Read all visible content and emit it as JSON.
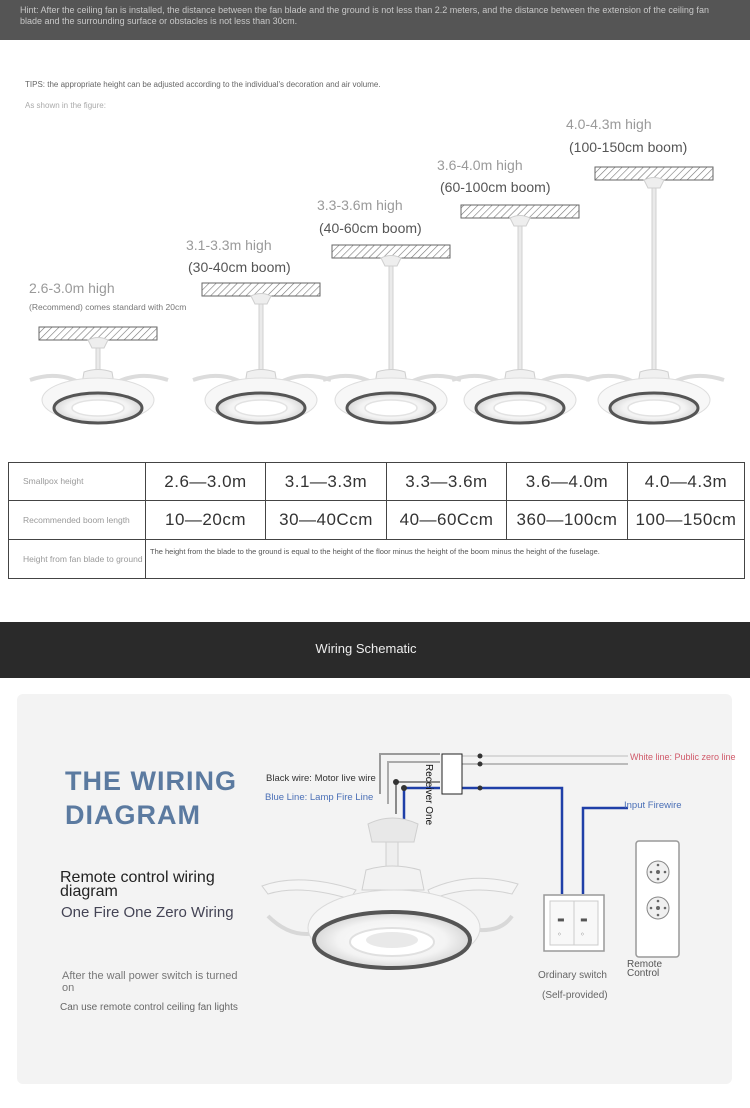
{
  "hint": "Hint: After the ceiling fan is installed, the distance between the fan blade and the ground is not less than 2.2 meters, and the distance between the extension of the ceiling fan blade and the surrounding surface or obstacles is not less than 30cm.",
  "tips": {
    "text": "TIPS: the appropriate height can be adjusted according to the individual's decoration and air volume.",
    "sub": "As shown in the figure:"
  },
  "fans": [
    {
      "height": "2.6-3.0m high",
      "boom": "",
      "note": "(Recommend) comes standard with 20cm"
    },
    {
      "height": "3.1-3.3m high",
      "boom": "(30-40cm boom)",
      "note": ""
    },
    {
      "height": "3.3-3.6m high",
      "boom": "(40-60cm boom)",
      "note": ""
    },
    {
      "height": "3.6-4.0m high",
      "boom": "(60-100cm boom)",
      "note": ""
    },
    {
      "height": "4.0-4.3m high",
      "boom": "(100-150cm boom)",
      "note": ""
    }
  ],
  "table": {
    "rows": [
      {
        "header": "Smallpox height",
        "cells": [
          "2.6—3.0m",
          "3.1—3.3m",
          "3.3—3.6m",
          "3.6—4.0m",
          "4.0—4.3m"
        ]
      },
      {
        "header": "Recommended boom length",
        "cells": [
          "10—20cm",
          "30—40Ccm",
          "40—60Ccm",
          "360—100cm",
          "100—150cm"
        ]
      },
      {
        "header": "Height from fan blade to ground",
        "note": "The height from the blade to the ground is equal to the height of the floor minus the height of the boom minus the height of the fuselage."
      }
    ]
  },
  "wiring": {
    "section_title": "Wiring Schematic",
    "diagram_title_1": "THE WIRING",
    "diagram_title_2": "DIAGRAM",
    "remote_title": "Remote control wiring diagram",
    "ofz_title": "One Fire One Zero Wiring",
    "after_text": "After the wall power switch is turned on",
    "can_use_text": "Can use remote control ceiling fan lights",
    "black_wire": "Black wire: Motor live wire",
    "blue_line": "Blue Line: Lamp Fire Line",
    "white_line": "White line: Public zero line",
    "input_firewire": "Input Firewire",
    "receiver": "Receiver One",
    "ordinary_switch": "Ordinary switch",
    "self_provided": "(Self-provided)",
    "remote_control": "Remote Control"
  },
  "colors": {
    "hint_bar": "#555555",
    "wiring_bar": "#2a2a2a",
    "title_blue": "#5b7aa0",
    "wire_blue": "#1f3fa8",
    "white_line_label": "#d05a6a"
  }
}
